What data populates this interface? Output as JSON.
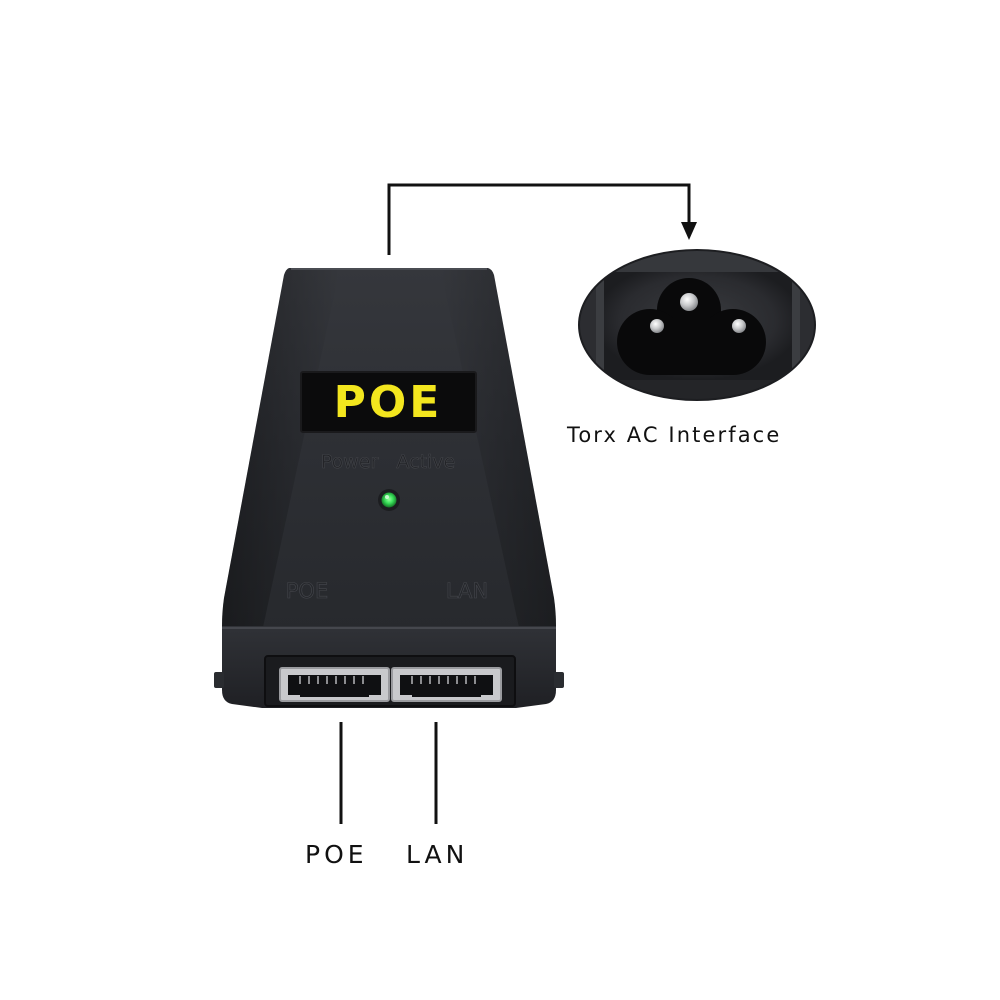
{
  "device": {
    "badge_text": "POE",
    "indicator_label": "Power   Active",
    "port_left_label": "POE",
    "port_right_label": "LAN",
    "led_color": "#39e05a",
    "badge_text_color": "#f3e61e",
    "body_color": "#2b2d31"
  },
  "callouts": {
    "ac_interface": "Torx AC Interface",
    "poe_port": "POE",
    "lan_port": "LAN"
  }
}
